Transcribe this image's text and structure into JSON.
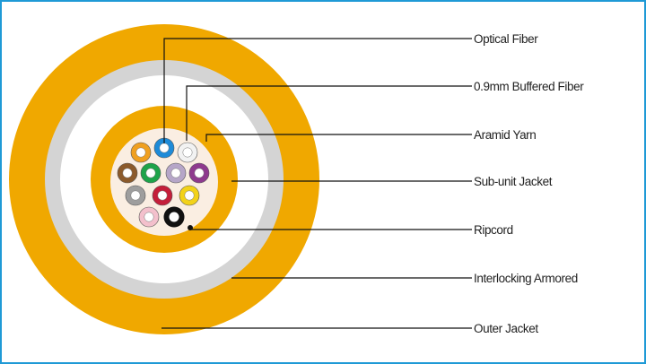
{
  "colors": {
    "border": "#1f9ad6",
    "outer_jacket": "#f0a800",
    "armor": "#d4d4d4",
    "subunit_jacket": "#f0a800",
    "core_fill": "#faeee2",
    "leader_line": "#111111"
  },
  "labels": {
    "optical_fiber": "Optical Fiber",
    "buffered_fiber": "0.9mm Buffered Fiber",
    "aramid_yarn": "Aramid Yarn",
    "subunit_jacket": "Sub-unit Jacket",
    "ripcord": "Ripcord",
    "interlocking_armored": "Interlocking Armored",
    "outer_jacket": "Outer Jacket"
  },
  "fibers": [
    {
      "color_name": "orange",
      "color": "#f0a020"
    },
    {
      "color_name": "blue",
      "color": "#1e8bd8"
    },
    {
      "color_name": "white",
      "color": "#f2f2f2"
    },
    {
      "color_name": "brown",
      "color": "#8b5a2b"
    },
    {
      "color_name": "green",
      "color": "#1ea34a"
    },
    {
      "color_name": "slate",
      "color": "#b6a6c8"
    },
    {
      "color_name": "violet",
      "color": "#8e3a8e"
    },
    {
      "color_name": "gray",
      "color": "#9e9e9e"
    },
    {
      "color_name": "red",
      "color": "#c41e3a"
    },
    {
      "color_name": "yellow",
      "color": "#f2d21a"
    },
    {
      "color_name": "rose",
      "color": "#f3c0cc"
    },
    {
      "color_name": "aqua",
      "color": "#3fc0d8"
    },
    {
      "color_name": "black",
      "color": "#111111"
    }
  ]
}
